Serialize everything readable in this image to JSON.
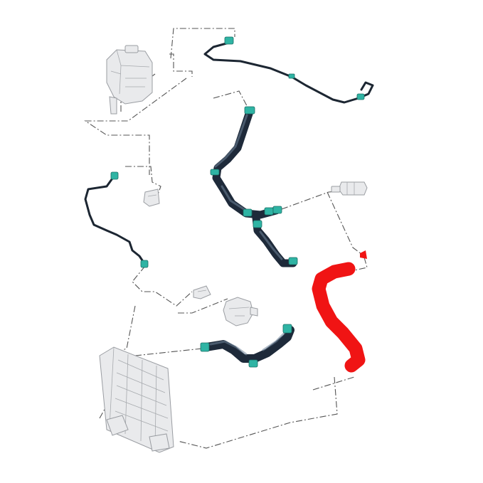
{
  "diagram": {
    "parts": [
      {
        "name": "coolant-reservoir"
      },
      {
        "name": "reservoir-bleed-pipe"
      },
      {
        "name": "heater-hose-assembly"
      },
      {
        "name": "overflow-pipe"
      },
      {
        "name": "pipe-bracket"
      },
      {
        "name": "quick-connector"
      },
      {
        "name": "radiator-lower-hose",
        "highlighted": true
      },
      {
        "name": "hose-clamp"
      },
      {
        "name": "thermostat-housing"
      },
      {
        "name": "radiator-upper-hose"
      },
      {
        "name": "radiator"
      }
    ],
    "colors": {
      "highlight": "#f01414",
      "hose": "#1e2a3a",
      "clip": "#2fb4a4",
      "part": "#e9eaec",
      "leader": "#555555"
    }
  }
}
